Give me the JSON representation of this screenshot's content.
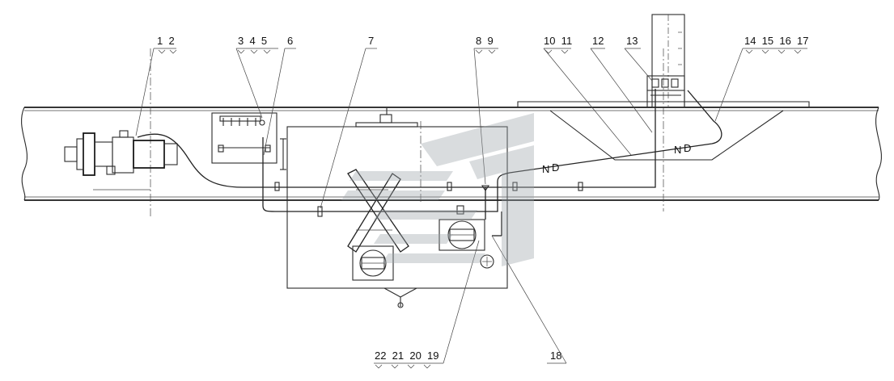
{
  "callouts": [
    {
      "id": "c1",
      "text": "1  2"
    },
    {
      "id": "c2",
      "text": "3  4  5"
    },
    {
      "id": "c3",
      "text": "6"
    },
    {
      "id": "c4",
      "text": "7"
    },
    {
      "id": "c5",
      "text": "8  9"
    },
    {
      "id": "c6",
      "text": "10  11"
    },
    {
      "id": "c7",
      "text": "12"
    },
    {
      "id": "c8",
      "text": "13"
    },
    {
      "id": "c9",
      "text": "14  15  16  17"
    },
    {
      "id": "c10",
      "text": "18"
    },
    {
      "id": "c11",
      "text": "22  21  20  19"
    }
  ],
  "pipe_labels": [
    {
      "id": "p1",
      "text": "N"
    },
    {
      "id": "p2",
      "text": "D"
    },
    {
      "id": "p3",
      "text": "N"
    },
    {
      "id": "p4",
      "text": "D"
    }
  ],
  "colors": {
    "line": "#2a2a2a",
    "watermark": "#9aa3a9"
  }
}
